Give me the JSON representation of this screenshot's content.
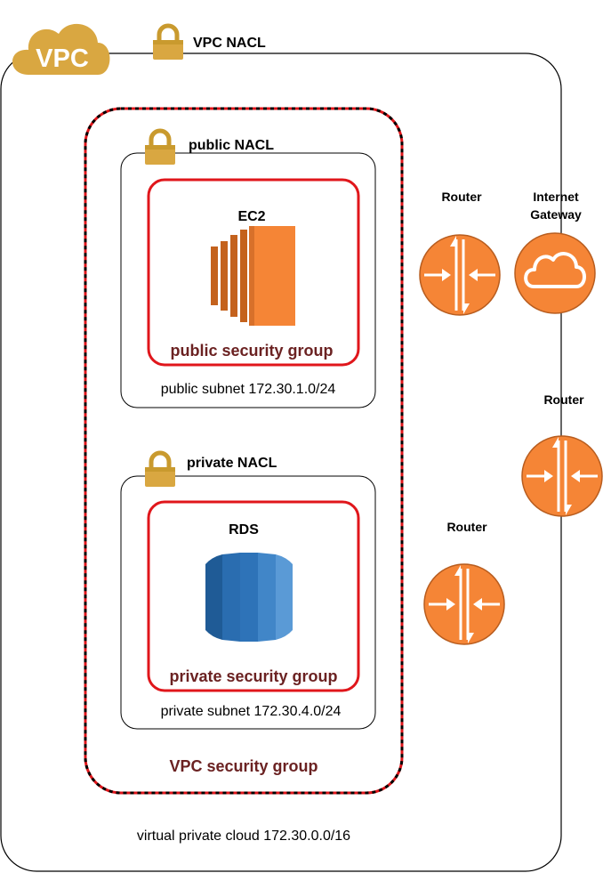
{
  "vpc": {
    "badge": "VPC",
    "nacl_label": "VPC NACL",
    "cidr_label": "virtual private cloud 172.30.0.0/16",
    "security_group_label": "VPC security group"
  },
  "public_subnet": {
    "nacl_label": "public NACL",
    "instance_label": "EC2",
    "security_group_label": "public security group",
    "cidr_label": "public subnet 172.30.1.0/24"
  },
  "private_subnet": {
    "nacl_label": "private NACL",
    "instance_label": "RDS",
    "security_group_label": "private security group",
    "cidr_label": "private subnet 172.30.4.0/24"
  },
  "routers": [
    {
      "label": "Router"
    },
    {
      "label": "Router"
    },
    {
      "label": "Router"
    }
  ],
  "internet_gateway": {
    "label_line1": "Internet",
    "label_line2": "Gateway"
  },
  "colors": {
    "aws_orange": "#f58536",
    "aws_gold": "#d9a741",
    "security_group_red": "#e0161b",
    "rds_blue": "#2e73b8",
    "label_brown": "#6b2222"
  }
}
